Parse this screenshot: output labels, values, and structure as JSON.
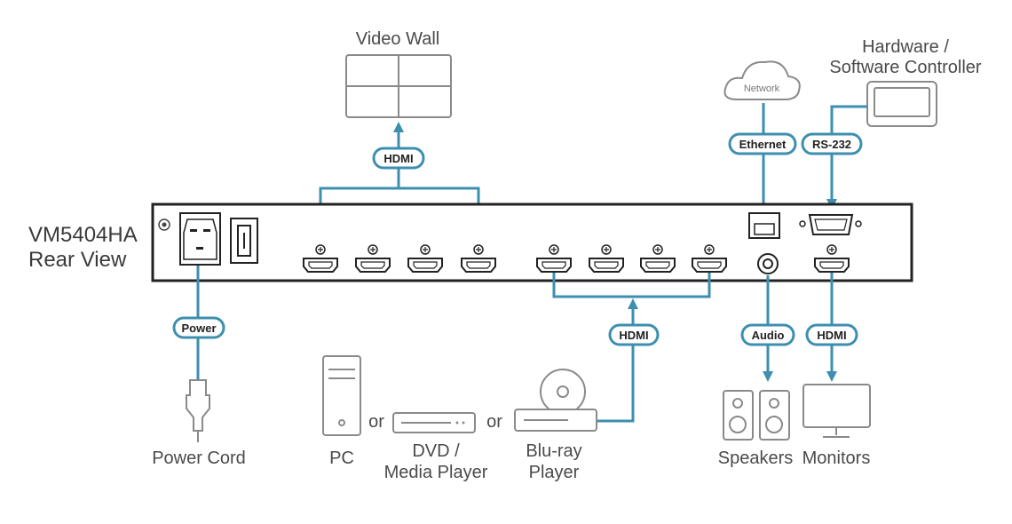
{
  "device": {
    "model": "VM5404HA",
    "view": "Rear View"
  },
  "connectors": {
    "video_wall_hdmi": "HDMI",
    "power": "Power",
    "inputs_hdmi": "HDMI",
    "ethernet": "Ethernet",
    "rs232": "RS-232",
    "audio": "Audio",
    "monitor_hdmi": "HDMI"
  },
  "devices": {
    "video_wall": "Video Wall",
    "network": "Network",
    "controller_line1": "Hardware /",
    "controller_line2": "Software Controller",
    "power_cord": "Power Cord",
    "pc": "PC",
    "or1": "or",
    "dvd_line1": "DVD /",
    "dvd_line2": "Media Player",
    "or2": "or",
    "bluray_line1": "Blu-ray",
    "bluray_line2": "Player",
    "speakers": "Speakers",
    "monitors": "Monitors"
  }
}
